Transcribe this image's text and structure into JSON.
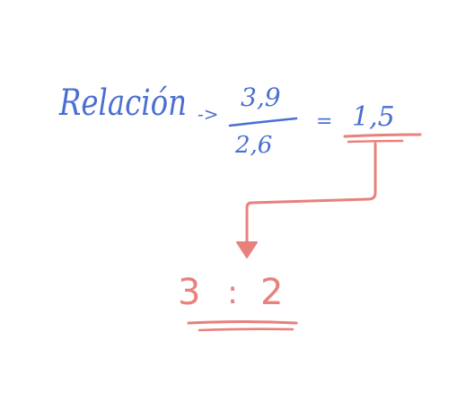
{
  "note": {
    "label": "Relación",
    "arrow": "->",
    "numerator": "3,9",
    "denominator": "2,6",
    "equals": "=",
    "result": "1,5",
    "ratio_left": "3",
    "ratio_sep": ":",
    "ratio_right": "2"
  },
  "colors": {
    "blue_ink": "#4a6fd1",
    "red_ink": "#e8807c",
    "background": "#ffffff"
  }
}
